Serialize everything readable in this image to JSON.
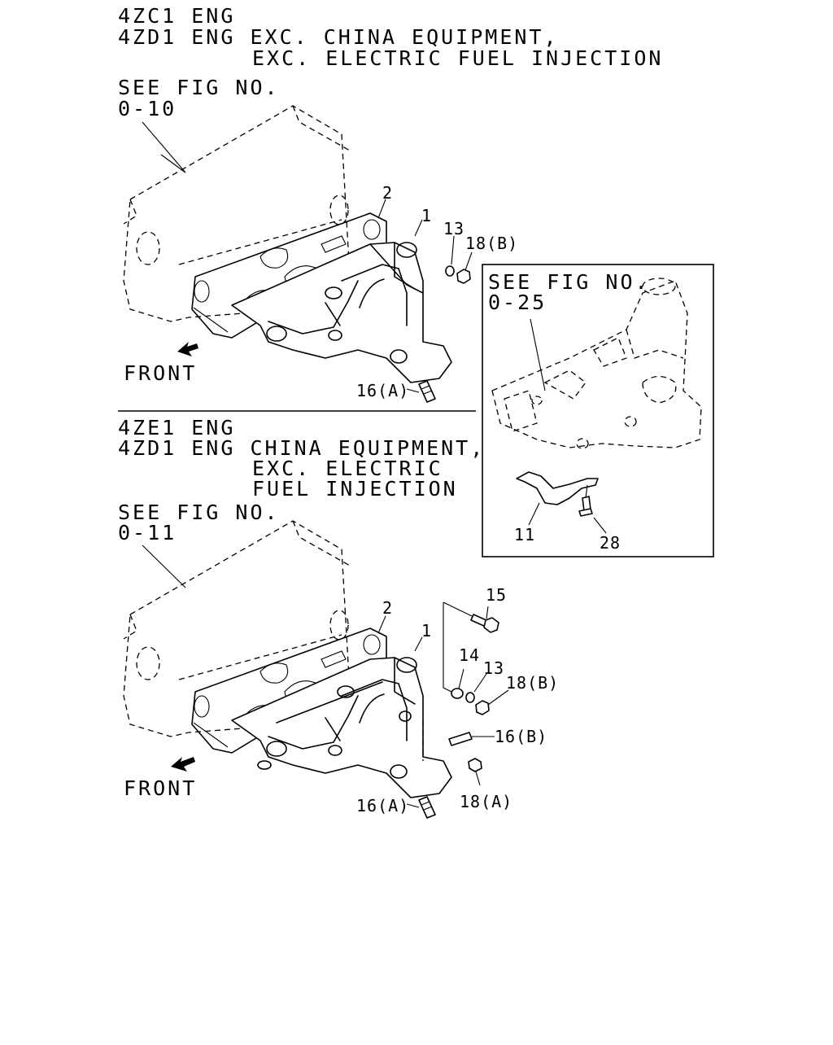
{
  "top_section": {
    "heading": [
      "4ZC1 ENG",
      "4ZD1 ENG EXC. CHINA EQUIPMENT,",
      "EXC. ELECTRIC FUEL INJECTION"
    ],
    "see_fig": [
      "SEE FIG NO.",
      "0-10"
    ],
    "front_label": "FRONT",
    "callouts": {
      "c1": "1",
      "c2": "2",
      "c13": "13",
      "c18b": "18(B)",
      "c16a": "16(A)"
    }
  },
  "inset": {
    "see_fig": [
      "SEE FIG NO.",
      "0-25"
    ],
    "callouts": {
      "c11": "11",
      "c28": "28"
    }
  },
  "bottom_section": {
    "heading": [
      "4ZE1 ENG",
      "4ZD1 ENG CHINA EQUIPMENT,",
      "EXC. ELECTRIC",
      "FUEL INJECTION"
    ],
    "see_fig": [
      "SEE FIG NO.",
      "0-11"
    ],
    "front_label": "FRONT",
    "callouts": {
      "c1": "1",
      "c2": "2",
      "c13": "13",
      "c14": "14",
      "c15": "15",
      "c18b": "18(B)",
      "c16b": "16(B)",
      "c16a": "16(A)",
      "c18a": "18(A)"
    }
  }
}
